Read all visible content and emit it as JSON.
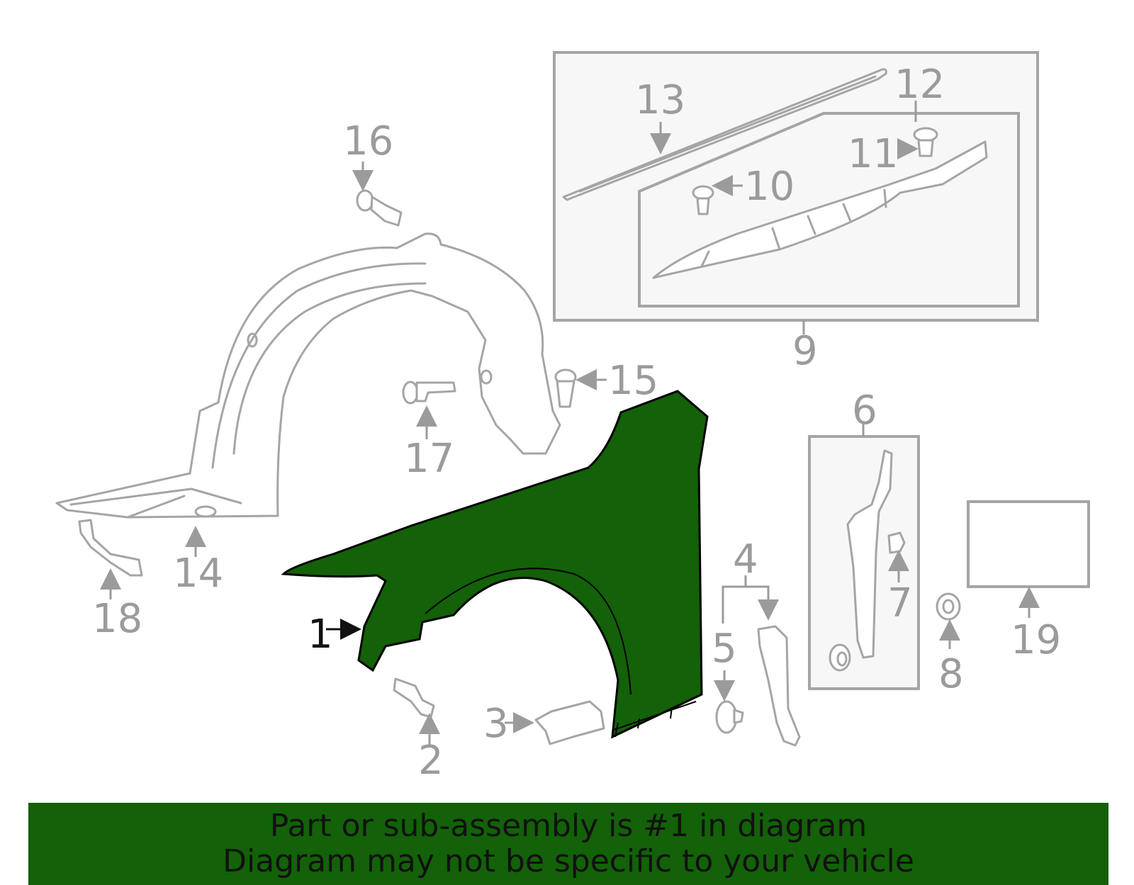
{
  "colors": {
    "highlight": "#136108",
    "line": "#a5a5a5",
    "label": "#9b9b9b",
    "box_fill": "#f7f7f7"
  },
  "labels": {
    "p1": "1",
    "p2": "2",
    "p3": "3",
    "p4": "4",
    "p5": "5",
    "p6": "6",
    "p7": "7",
    "p8": "8",
    "p9": "9",
    "p10": "10",
    "p11": "11",
    "p12": "12",
    "p13": "13",
    "p14": "14",
    "p15": "15",
    "p16": "16",
    "p17": "17",
    "p18": "18",
    "p19": "19"
  },
  "banner": {
    "line1": "Part or sub-assembly is #1 in diagram",
    "line2": "Diagram may not be specific to your vehicle"
  }
}
